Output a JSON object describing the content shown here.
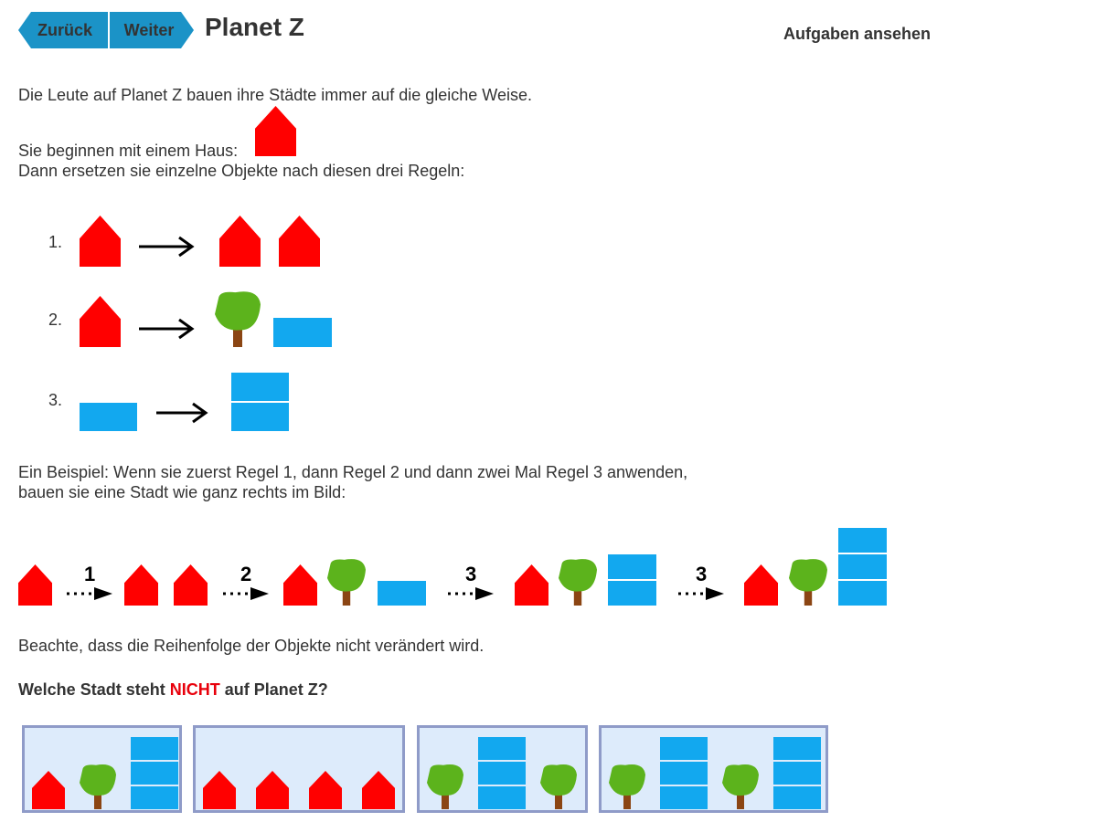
{
  "nav": {
    "back_label": "Zurück",
    "next_label": "Weiter"
  },
  "header": {
    "title": "Planet Z",
    "tasks_link": "Aufgaben ansehen"
  },
  "intro": {
    "line1": "Die Leute auf Planet Z bauen ihre Städte immer auf die gleiche Weise.",
    "line2": "Sie beginnen mit einem Haus:",
    "line3": "Dann ersetzen sie einzelne Objekte nach diesen drei Regeln:"
  },
  "rules": [
    {
      "number": "1.",
      "from": [
        "house"
      ],
      "to": [
        "house",
        "house"
      ]
    },
    {
      "number": "2.",
      "from": [
        "house"
      ],
      "to": [
        "tree",
        "block"
      ]
    },
    {
      "number": "3.",
      "from": [
        "block"
      ],
      "to": [
        "block-stack-2"
      ]
    }
  ],
  "example": {
    "line1": "Ein Beispiel: Wenn sie zuerst Regel 1, dann Regel 2 und dann zwei Mal Regel 3 anwenden,",
    "line2": "bauen sie eine Stadt wie ganz rechts im Bild:",
    "steps": [
      "1",
      "2",
      "3",
      "3"
    ]
  },
  "note": "Beachte, dass die Reihenfolge der Objekte nicht verändert wird.",
  "question": {
    "before": "Welche Stadt steht ",
    "highlight": "NICHT",
    "after": " auf Planet Z?"
  },
  "options": [
    [
      "house",
      "tree",
      "block-stack-3"
    ],
    [
      "house",
      "house",
      "house",
      "house"
    ],
    [
      "tree",
      "block-stack-3",
      "tree"
    ],
    [
      "tree",
      "block-stack-3",
      "tree",
      "block-stack-3"
    ]
  ],
  "colors": {
    "house": "#ff0000",
    "tree_crown": "#5cb31c",
    "trunk": "#8b4513",
    "block": "#12a8ef",
    "nav": "#1b93c7",
    "highlight": "#e8000b"
  }
}
